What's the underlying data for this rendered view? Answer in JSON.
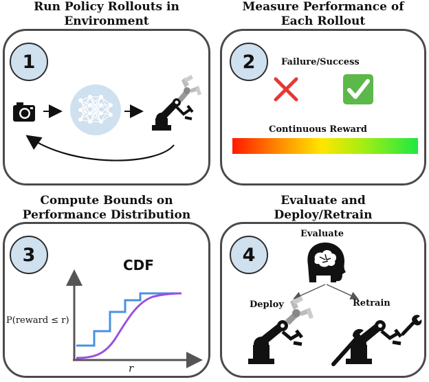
{
  "steps": [
    {
      "number": "1",
      "title_lines": [
        "Run Policy Rollouts in",
        "Environment"
      ]
    },
    {
      "number": "2",
      "title_lines": [
        "Measure Performance of",
        "Each Rollout"
      ]
    },
    {
      "number": "3",
      "title_lines": [
        "Compute Bounds on",
        "Performance Distribution"
      ]
    },
    {
      "number": "4",
      "title_lines": [
        "Evaluate and",
        "Deploy/Retrain"
      ]
    }
  ],
  "panel2": {
    "failure_success_label": "Failure/Success",
    "continuous_reward_label": "Continuous Reward"
  },
  "panel3": {
    "chart_title": "CDF",
    "y_axis_label": "P(reward ≤ r)",
    "x_axis_label": "r"
  },
  "panel4": {
    "evaluate_label": "Evaluate",
    "deploy_label": "Deploy",
    "retrain_label": "Retrain"
  },
  "colors": {
    "failure": "#e53935",
    "success": "#5cb84a",
    "network_bg": "#cfe0ef",
    "step_circle": "#cfe0ef",
    "bound_curve": "#4a90e2",
    "cdf_curve": "#9b4fe0"
  }
}
